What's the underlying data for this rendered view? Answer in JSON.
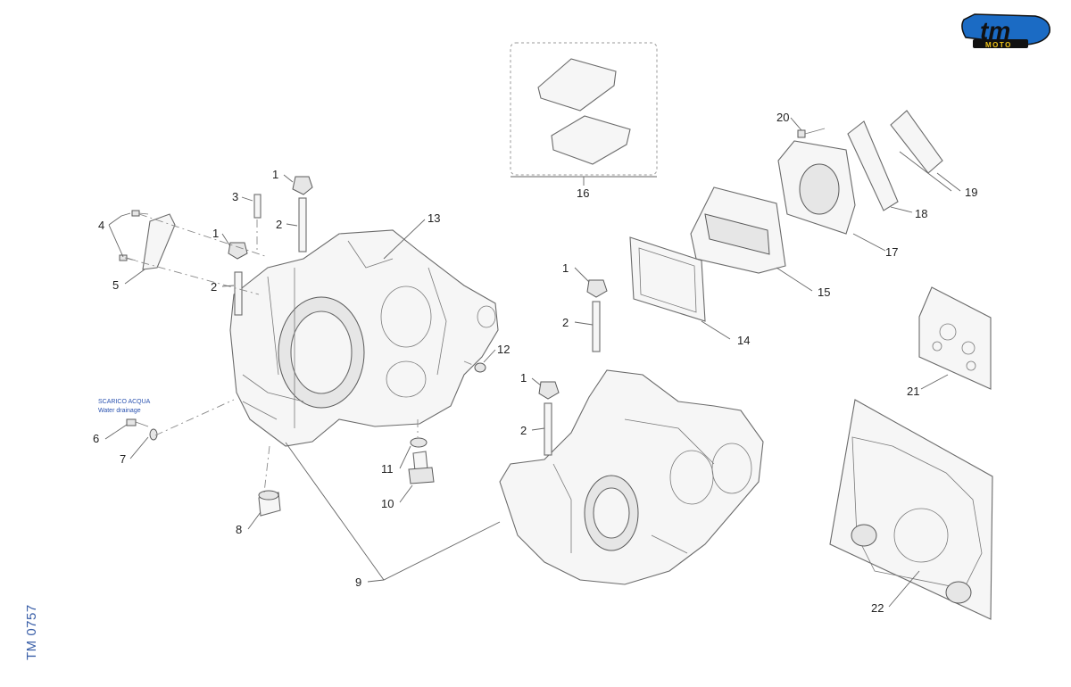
{
  "brand": {
    "logo_text": "tm",
    "logo_sub": "MOTO",
    "color": "#1b6bc4",
    "accent": "#111111"
  },
  "drawing_code": "TM 0757",
  "water_note": {
    "line1": "SCARICO ACQUA",
    "line2": "Water drainage"
  },
  "callouts": {
    "c1a": "1",
    "c1b": "1",
    "c1c": "1",
    "c1d": "1",
    "c2a": "2",
    "c2b": "2",
    "c2c": "2",
    "c2d": "2",
    "c3": "3",
    "c4": "4",
    "c5": "5",
    "c6": "6",
    "c7": "7",
    "c8": "8",
    "c9": "9",
    "c10": "10",
    "c11": "11",
    "c12": "12",
    "c13": "13",
    "c14": "14",
    "c15": "15",
    "c16": "16",
    "c17": "17",
    "c18": "18",
    "c19": "19",
    "c20": "20",
    "c21": "21",
    "c22": "22"
  }
}
